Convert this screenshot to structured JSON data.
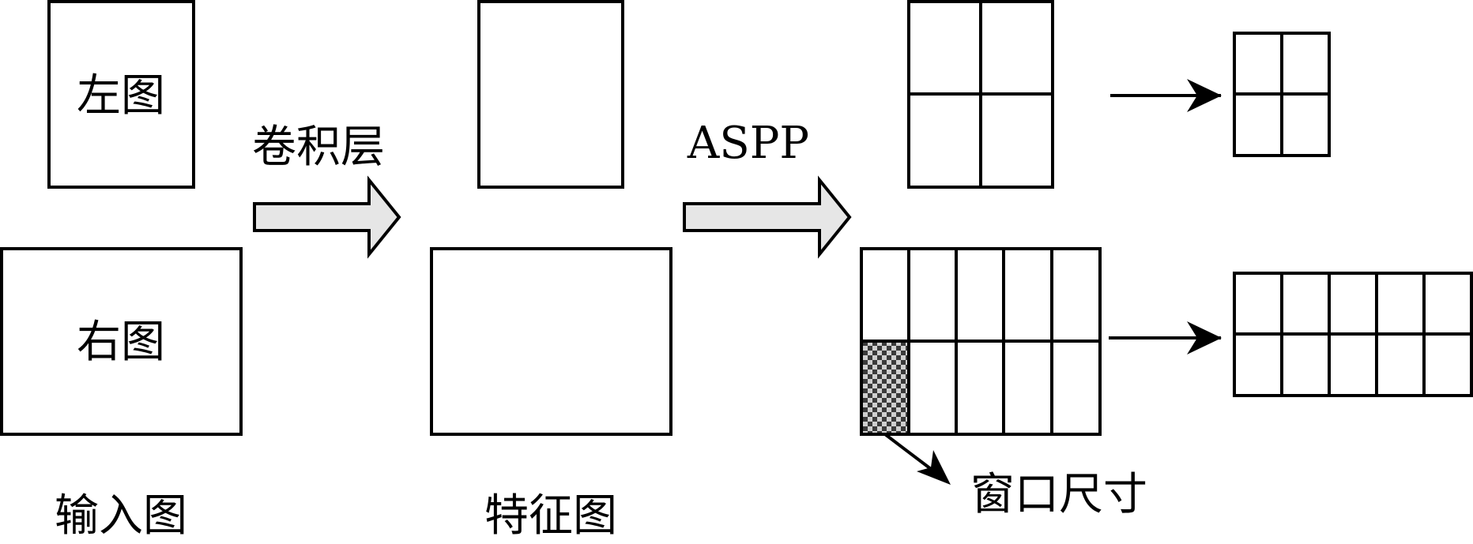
{
  "labels": {
    "left_image": "左图",
    "right_image": "右图",
    "input_image": "输入图",
    "conv_layer": "卷积层",
    "feature_map": "特征图",
    "aspp": "ASPP",
    "window_size": "窗口尺寸"
  },
  "colors": {
    "stroke": "#000000",
    "arrow_fill": "#e6e6e6",
    "checker_dark": "#3a3a3a",
    "checker_light": "#cfcfcf"
  },
  "grids": {
    "top_pool": {
      "rows": 2,
      "cols": 2
    },
    "top_out": {
      "rows": 2,
      "cols": 2
    },
    "bottom_pool": {
      "rows": 2,
      "cols": 5
    },
    "bottom_out": {
      "rows": 2,
      "cols": 5
    }
  }
}
